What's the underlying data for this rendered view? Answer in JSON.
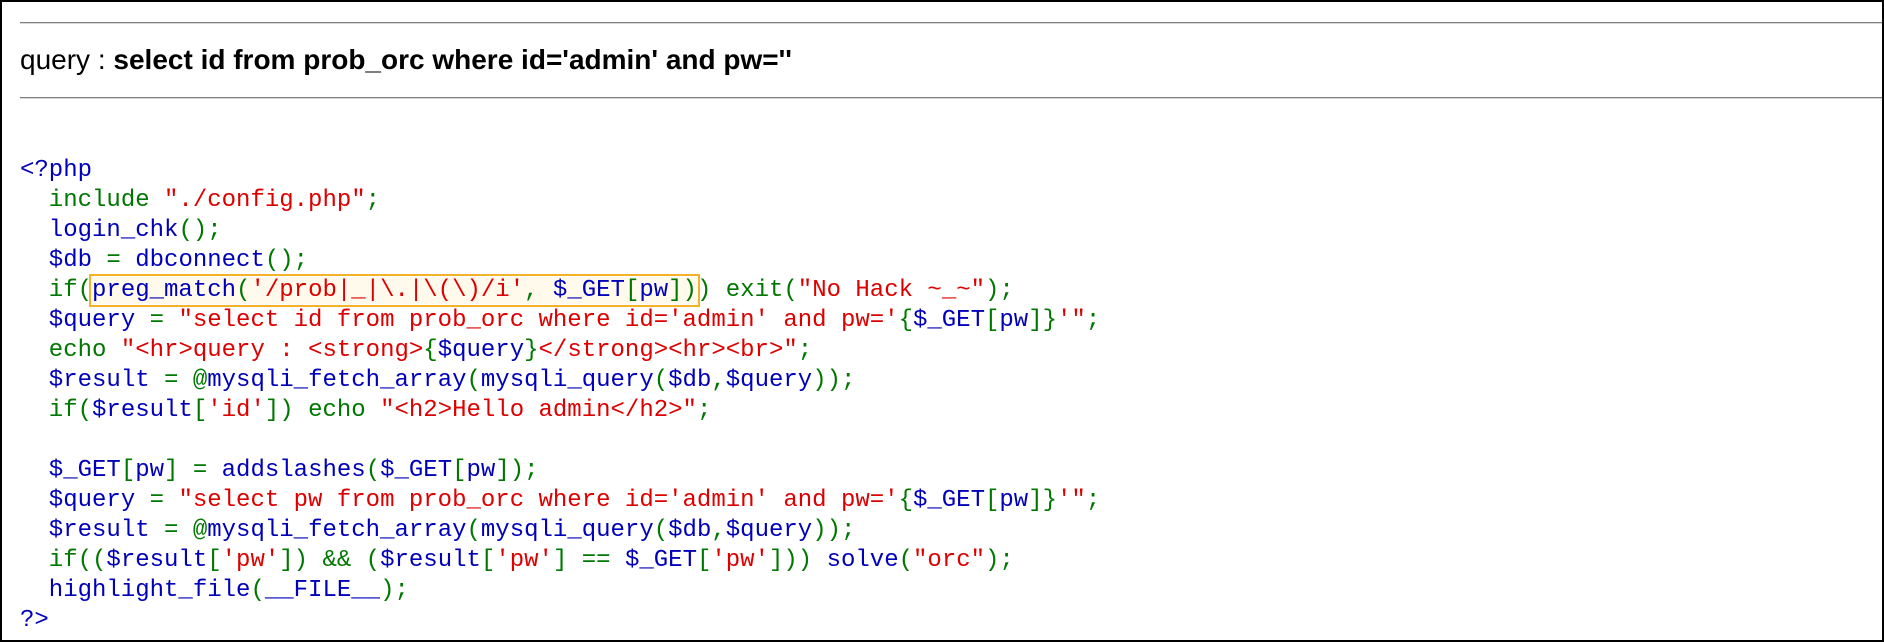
{
  "query_line": {
    "label": "query : ",
    "value": "select id from prob_orc where id='admin' and pw=''"
  },
  "source": {
    "lines": [
      [
        {
          "t": "<?php",
          "c": "blue"
        }
      ],
      [
        {
          "t": "  include ",
          "c": "green"
        },
        {
          "t": "\"./config.php\"",
          "c": "red"
        },
        {
          "t": ";",
          "c": "green"
        }
      ],
      [
        {
          "t": "  login_chk",
          "c": "blue"
        },
        {
          "t": "();",
          "c": "green"
        }
      ],
      [
        {
          "t": "  $db ",
          "c": "blue"
        },
        {
          "t": "= ",
          "c": "green"
        },
        {
          "t": "dbconnect",
          "c": "blue"
        },
        {
          "t": "();",
          "c": "green"
        }
      ],
      [
        {
          "t": "  if(",
          "c": "green"
        },
        {
          "hl": true,
          "parts": [
            {
              "t": "preg_match",
              "c": "blue"
            },
            {
              "t": "(",
              "c": "green"
            },
            {
              "t": "'/prob|_|\\.|\\(\\)/i'",
              "c": "red"
            },
            {
              "t": ", ",
              "c": "green"
            },
            {
              "t": "$_GET",
              "c": "blue"
            },
            {
              "t": "[",
              "c": "green"
            },
            {
              "t": "pw",
              "c": "blue"
            },
            {
              "t": "])",
              "c": "green"
            }
          ]
        },
        {
          "t": ") exit(",
          "c": "green"
        },
        {
          "t": "\"No Hack ~_~\"",
          "c": "red"
        },
        {
          "t": ");",
          "c": "green"
        }
      ],
      [
        {
          "t": "  $query ",
          "c": "blue"
        },
        {
          "t": "= ",
          "c": "green"
        },
        {
          "t": "\"select id from prob_orc where id='admin' and pw='",
          "c": "red"
        },
        {
          "t": "{",
          "c": "green"
        },
        {
          "t": "$_GET",
          "c": "blue"
        },
        {
          "t": "[",
          "c": "green"
        },
        {
          "t": "pw",
          "c": "blue"
        },
        {
          "t": "]}",
          "c": "green"
        },
        {
          "t": "'\"",
          "c": "red"
        },
        {
          "t": ";",
          "c": "green"
        }
      ],
      [
        {
          "t": "  echo ",
          "c": "green"
        },
        {
          "t": "\"<hr>query : <strong>",
          "c": "red"
        },
        {
          "t": "{",
          "c": "green"
        },
        {
          "t": "$query",
          "c": "blue"
        },
        {
          "t": "}",
          "c": "green"
        },
        {
          "t": "</strong><hr><br>\"",
          "c": "red"
        },
        {
          "t": ";",
          "c": "green"
        }
      ],
      [
        {
          "t": "  $result ",
          "c": "blue"
        },
        {
          "t": "= @",
          "c": "green"
        },
        {
          "t": "mysqli_fetch_array",
          "c": "blue"
        },
        {
          "t": "(",
          "c": "green"
        },
        {
          "t": "mysqli_query",
          "c": "blue"
        },
        {
          "t": "(",
          "c": "green"
        },
        {
          "t": "$db",
          "c": "blue"
        },
        {
          "t": ",",
          "c": "green"
        },
        {
          "t": "$query",
          "c": "blue"
        },
        {
          "t": "));",
          "c": "green"
        }
      ],
      [
        {
          "t": "  if(",
          "c": "green"
        },
        {
          "t": "$result",
          "c": "blue"
        },
        {
          "t": "[",
          "c": "green"
        },
        {
          "t": "'id'",
          "c": "red"
        },
        {
          "t": "]) echo ",
          "c": "green"
        },
        {
          "t": "\"<h2>Hello admin</h2>\"",
          "c": "red"
        },
        {
          "t": ";",
          "c": "green"
        }
      ],
      [
        {
          "t": "",
          "c": "blue"
        }
      ],
      [
        {
          "t": "  $_GET",
          "c": "blue"
        },
        {
          "t": "[",
          "c": "green"
        },
        {
          "t": "pw",
          "c": "blue"
        },
        {
          "t": "] = ",
          "c": "green"
        },
        {
          "t": "addslashes",
          "c": "blue"
        },
        {
          "t": "(",
          "c": "green"
        },
        {
          "t": "$_GET",
          "c": "blue"
        },
        {
          "t": "[",
          "c": "green"
        },
        {
          "t": "pw",
          "c": "blue"
        },
        {
          "t": "]);",
          "c": "green"
        }
      ],
      [
        {
          "t": "  $query ",
          "c": "blue"
        },
        {
          "t": "= ",
          "c": "green"
        },
        {
          "t": "\"select pw from prob_orc where id='admin' and pw='",
          "c": "red"
        },
        {
          "t": "{",
          "c": "green"
        },
        {
          "t": "$_GET",
          "c": "blue"
        },
        {
          "t": "[",
          "c": "green"
        },
        {
          "t": "pw",
          "c": "blue"
        },
        {
          "t": "]}",
          "c": "green"
        },
        {
          "t": "'\"",
          "c": "red"
        },
        {
          "t": ";",
          "c": "green"
        }
      ],
      [
        {
          "t": "  $result ",
          "c": "blue"
        },
        {
          "t": "= @",
          "c": "green"
        },
        {
          "t": "mysqli_fetch_array",
          "c": "blue"
        },
        {
          "t": "(",
          "c": "green"
        },
        {
          "t": "mysqli_query",
          "c": "blue"
        },
        {
          "t": "(",
          "c": "green"
        },
        {
          "t": "$db",
          "c": "blue"
        },
        {
          "t": ",",
          "c": "green"
        },
        {
          "t": "$query",
          "c": "blue"
        },
        {
          "t": "));",
          "c": "green"
        }
      ],
      [
        {
          "t": "  if((",
          "c": "green"
        },
        {
          "t": "$result",
          "c": "blue"
        },
        {
          "t": "[",
          "c": "green"
        },
        {
          "t": "'pw'",
          "c": "red"
        },
        {
          "t": "]) && (",
          "c": "green"
        },
        {
          "t": "$result",
          "c": "blue"
        },
        {
          "t": "[",
          "c": "green"
        },
        {
          "t": "'pw'",
          "c": "red"
        },
        {
          "t": "] == ",
          "c": "green"
        },
        {
          "t": "$_GET",
          "c": "blue"
        },
        {
          "t": "[",
          "c": "green"
        },
        {
          "t": "'pw'",
          "c": "red"
        },
        {
          "t": "])) ",
          "c": "green"
        },
        {
          "t": "solve",
          "c": "blue"
        },
        {
          "t": "(",
          "c": "green"
        },
        {
          "t": "\"orc\"",
          "c": "red"
        },
        {
          "t": ");",
          "c": "green"
        }
      ],
      [
        {
          "t": "  highlight_file",
          "c": "blue"
        },
        {
          "t": "(",
          "c": "green"
        },
        {
          "t": "__FILE__",
          "c": "blue"
        },
        {
          "t": ");",
          "c": "green"
        }
      ],
      [
        {
          "t": "?>",
          "c": "blue"
        }
      ]
    ]
  },
  "colors": {
    "keyword": "#007700",
    "default": "#0000BB",
    "string": "#DD0000",
    "highlight_box": "#F5B227",
    "rule": "#808080"
  }
}
